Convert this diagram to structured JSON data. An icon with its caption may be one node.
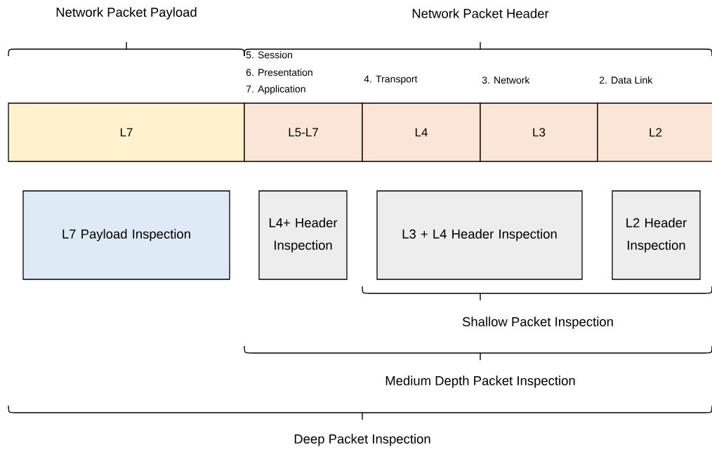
{
  "diagram": {
    "nodes": [
      {
        "text": [
          "L7"
        ]
      },
      {
        "text": [
          "L5-L7"
        ],
        "beside": [
          "5. Session",
          "6. Presentation",
          "7. Application"
        ]
      },
      {
        "text": [
          "L4"
        ],
        "beside": [
          "4. Transport"
        ]
      },
      {
        "text": [
          "L3"
        ],
        "beside": [
          "3. Network"
        ]
      },
      {
        "text": [
          "L2"
        ],
        "beside": [
          "2. Data Link"
        ]
      },
      {
        "text": [
          "L7 Payload Inspection"
        ]
      },
      {
        "text": [
          "L4+ Header Inspection"
        ]
      },
      {
        "text": [
          "L3 + L4 Header Inspection"
        ]
      },
      {
        "text": [
          "L2 Header Inspection"
        ]
      }
    ],
    "labels": [
      "Network Packet Payload",
      "Network Packet Header",
      "Shallow Packet Inspection",
      "Medium Depth Packet Inspection",
      "Deep Packet Inspection"
    ]
  }
}
